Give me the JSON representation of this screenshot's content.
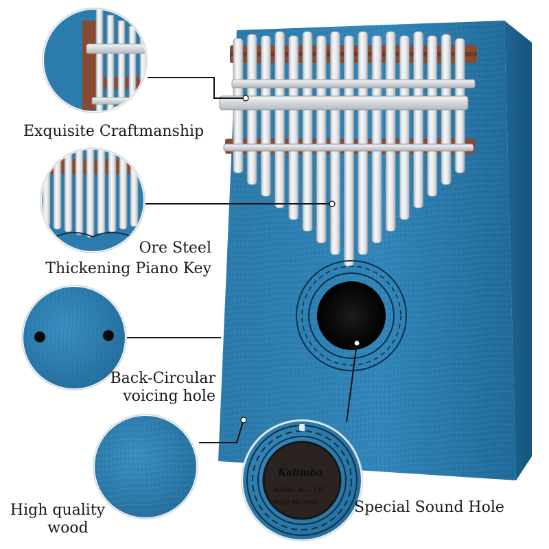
{
  "callouts": {
    "craftsmanship": "Exquisite Craftmanship",
    "keys_line1": "Ore Steel",
    "keys_line2": "Thickening Piano Key",
    "back_line1": "Back-Circular",
    "back_line2": "voicing hole",
    "wood_line1": "High quality",
    "wood_line2": "wood",
    "sound_hole": "Special Sound Hole"
  },
  "engraving": {
    "brand": "Kalimba",
    "model": "MODEL: W — 17T",
    "origin": "MADE IN CHINA"
  },
  "colors": {
    "wood": "#2f7fb0",
    "wood_dark": "#22658f",
    "wood_light": "#4a9bc8",
    "steel": "#e8eaec",
    "bridge": "#8a4a32"
  }
}
